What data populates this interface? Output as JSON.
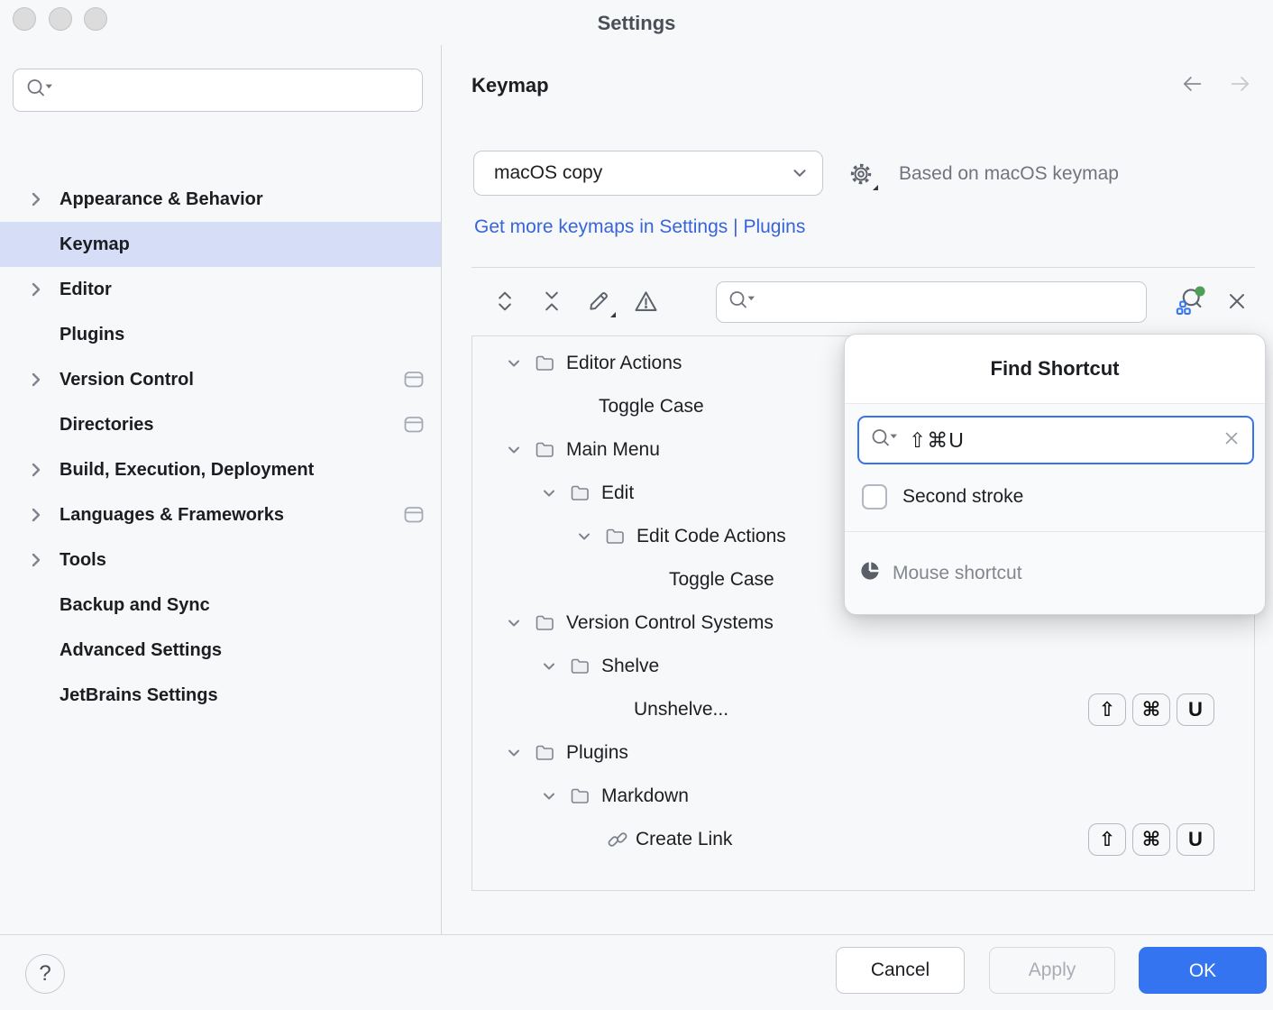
{
  "window": {
    "title": "Settings"
  },
  "colors": {
    "accent_blue": "#3574F0",
    "sidebar_selection": "#D6DDF7",
    "tree_selection": "#DFE1E4",
    "shortcut_indicator_green": "#4F9E56"
  },
  "icons": {
    "search": "magnifier-with-dropdown",
    "expand_all": "double-chevron-outward",
    "collapse_all": "double-chevron-inward",
    "edit": "pencil-with-dropdown",
    "warning": "triangle-exclamation",
    "find_by_shortcut": "magnifier-with-keys-green-dot",
    "close": "x",
    "folder": "folder-outline",
    "link": "chain-link",
    "mouse": "mouse-quadrant",
    "project_level": "window-outline"
  },
  "sidebar": {
    "items": [
      {
        "label": "Appearance & Behavior"
      },
      {
        "label": "Keymap"
      },
      {
        "label": "Editor"
      },
      {
        "label": "Plugins"
      },
      {
        "label": "Version Control"
      },
      {
        "label": "Directories"
      },
      {
        "label": "Build, Execution, Deployment"
      },
      {
        "label": "Languages & Frameworks"
      },
      {
        "label": "Tools"
      },
      {
        "label": "Backup and Sync"
      },
      {
        "label": "Advanced Settings"
      },
      {
        "label": "JetBrains Settings"
      }
    ]
  },
  "header": {
    "title": "Keymap"
  },
  "keymap_bar": {
    "selected_keymap": "macOS copy",
    "based_on": "Based on macOS keymap",
    "link_settings": "Get more keymaps in Settings",
    "link_divider": "|",
    "link_plugins": "Plugins"
  },
  "tree": {
    "rows": [
      {
        "label": "Editor Actions"
      },
      {
        "label": "Toggle Case"
      },
      {
        "label": "Main Menu"
      },
      {
        "label": "Edit"
      },
      {
        "label": "Edit Code Actions"
      },
      {
        "label": "Toggle Case"
      },
      {
        "label": "Version Control Systems"
      },
      {
        "label": "Shelve"
      },
      {
        "label": "Unshelve...",
        "shortcut": [
          "⇧",
          "⌘",
          "U"
        ]
      },
      {
        "label": "Plugins"
      },
      {
        "label": "Markdown"
      },
      {
        "label": "Create Link",
        "shortcut": [
          "⇧",
          "⌘",
          "U"
        ]
      }
    ]
  },
  "popup": {
    "title": "Find Shortcut",
    "shortcut_query": "⇧⌘U",
    "second_stroke_label": "Second stroke",
    "mouse_shortcut_label": "Mouse shortcut"
  },
  "footer": {
    "help": "?",
    "cancel": "Cancel",
    "apply": "Apply",
    "ok": "OK"
  }
}
